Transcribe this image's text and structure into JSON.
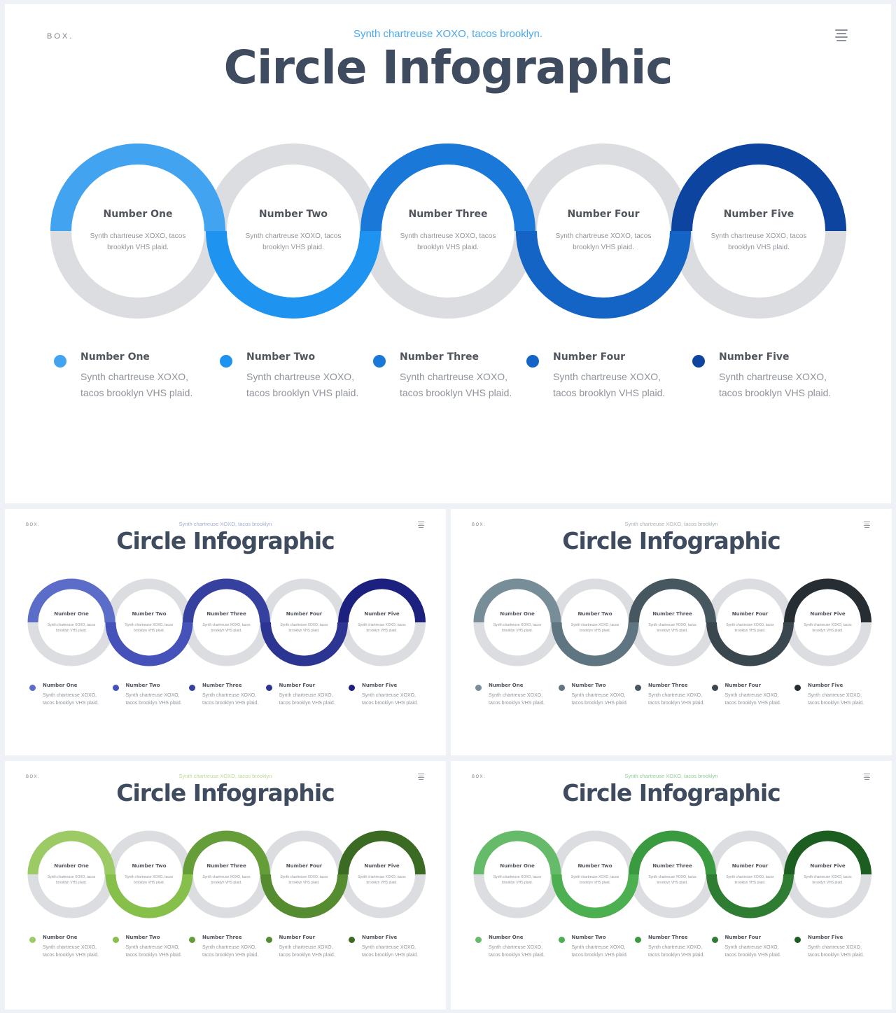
{
  "slides": [
    {
      "brand": "BOX.",
      "subtitle": "Synth chartreuse XOXO, tacos brooklyn.",
      "subtitle_color": "#4aa8ee",
      "title": "Circle Infographic",
      "palette": [
        "#42a4f0",
        "#1e94f0",
        "#1978d8",
        "#1464c6",
        "#0d44a0"
      ],
      "items": [
        {
          "label": "Number One",
          "desc_short": "Synth chartreuse XOXO, tacos brooklyn VHS plaid.",
          "desc": "Synth chartreuse XOXO, tacos brooklyn VHS plaid."
        },
        {
          "label": "Number Two",
          "desc_short": "Synth chartreuse XOXO, tacos brooklyn VHS plaid.",
          "desc": "Synth chartreuse XOXO, tacos brooklyn VHS plaid."
        },
        {
          "label": "Number Three",
          "desc_short": "Synth chartreuse XOXO, tacos brooklyn VHS plaid.",
          "desc": "Synth chartreuse XOXO, tacos brooklyn VHS plaid."
        },
        {
          "label": "Number Four",
          "desc_short": "Synth chartreuse XOXO, tacos brooklyn VHS plaid.",
          "desc": "Synth chartreuse XOXO, tacos brooklyn VHS plaid."
        },
        {
          "label": "Number Five",
          "desc_short": "Synth chartreuse XOXO, tacos brooklyn VHS plaid.",
          "desc": "Synth chartreuse XOXO, tacos brooklyn VHS plaid."
        }
      ]
    },
    {
      "brand": "BOX.",
      "subtitle": "Synth chartreuse XOXO, tacos brooklyn",
      "subtitle_color": "#a6abd6",
      "title": "Circle Infographic",
      "palette": [
        "#5b6cc9",
        "#4452ba",
        "#36419f",
        "#2c3592",
        "#1c2180"
      ],
      "items": [
        {
          "label": "Number One",
          "desc_short": "Synth chartreuse XOXO, tacos brooklyn VHS plaid.",
          "desc": "Synth chartreuse XOXO, tacos brooklyn VHS plaid."
        },
        {
          "label": "Number Two",
          "desc_short": "Synth chartreuse XOXO, tacos brooklyn VHS plaid.",
          "desc": "Synth chartreuse XOXO, tacos brooklyn VHS plaid."
        },
        {
          "label": "Number Three",
          "desc_short": "Synth chartreuse XOXO, tacos brooklyn VHS plaid.",
          "desc": "Synth chartreuse XOXO, tacos brooklyn VHS plaid."
        },
        {
          "label": "Number Four",
          "desc_short": "Synth chartreuse XOXO, tacos brooklyn VHS plaid.",
          "desc": "Synth chartreuse XOXO, tacos brooklyn VHS plaid."
        },
        {
          "label": "Number Five",
          "desc_short": "Synth chartreuse XOXO, tacos brooklyn VHS plaid.",
          "desc": "Synth chartreuse XOXO, tacos brooklyn VHS plaid."
        }
      ]
    },
    {
      "brand": "BOX.",
      "subtitle": "Synth chartreuse XOXO, tacos brooklyn",
      "subtitle_color": "#a7b0b7",
      "title": "Circle Infographic",
      "palette": [
        "#778d98",
        "#5f7682",
        "#47575f",
        "#3a474e",
        "#262d33"
      ],
      "items": [
        {
          "label": "Number One",
          "desc_short": "Synth chartreuse XOXO, tacos brooklyn VHS plaid.",
          "desc": "Synth chartreuse XOXO, tacos brooklyn VHS plaid."
        },
        {
          "label": "Number Two",
          "desc_short": "Synth chartreuse XOXO, tacos brooklyn VHS plaid.",
          "desc": "Synth chartreuse XOXO, tacos brooklyn VHS plaid."
        },
        {
          "label": "Number Three",
          "desc_short": "Synth chartreuse XOXO, tacos brooklyn VHS plaid.",
          "desc": "Synth chartreuse XOXO, tacos brooklyn VHS plaid."
        },
        {
          "label": "Number Four",
          "desc_short": "Synth chartreuse XOXO, tacos brooklyn VHS plaid.",
          "desc": "Synth chartreuse XOXO, tacos brooklyn VHS plaid."
        },
        {
          "label": "Number Five",
          "desc_short": "Synth chartreuse XOXO, tacos brooklyn VHS plaid.",
          "desc": "Synth chartreuse XOXO, tacos brooklyn VHS plaid."
        }
      ]
    },
    {
      "brand": "BOX.",
      "subtitle": "Synth chartreuse XOXO, tacos brooklyn",
      "subtitle_color": "#b9d98f",
      "title": "Circle Infographic",
      "palette": [
        "#9ccb66",
        "#86c04a",
        "#659d38",
        "#568c30",
        "#3b6a22"
      ],
      "items": [
        {
          "label": "Number One",
          "desc_short": "Synth chartreuse XOXO, tacos brooklyn VHS plaid.",
          "desc": "Synth chartreuse XOXO, tacos brooklyn VHS plaid."
        },
        {
          "label": "Number Two",
          "desc_short": "Synth chartreuse XOXO, tacos brooklyn VHS plaid.",
          "desc": "Synth chartreuse XOXO, tacos brooklyn VHS plaid."
        },
        {
          "label": "Number Three",
          "desc_short": "Synth chartreuse XOXO, tacos brooklyn VHS plaid.",
          "desc": "Synth chartreuse XOXO, tacos brooklyn VHS plaid."
        },
        {
          "label": "Number Four",
          "desc_short": "Synth chartreuse XOXO, tacos brooklyn VHS plaid.",
          "desc": "Synth chartreuse XOXO, tacos brooklyn VHS plaid."
        },
        {
          "label": "Number Five",
          "desc_short": "Synth chartreuse XOXO, tacos brooklyn VHS plaid.",
          "desc": "Synth chartreuse XOXO, tacos brooklyn VHS plaid."
        }
      ]
    },
    {
      "brand": "BOX.",
      "subtitle": "Synth chartreuse XOXO, tacos brooklyn",
      "subtitle_color": "#8fcc91",
      "title": "Circle Infographic",
      "palette": [
        "#66bb6a",
        "#4caf50",
        "#3a9a40",
        "#2e7d32",
        "#1b5e20"
      ],
      "items": [
        {
          "label": "Number One",
          "desc_short": "Synth chartreuse XOXO, tacos brooklyn VHS plaid.",
          "desc": "Synth chartreuse XOXO, tacos brooklyn VHS plaid."
        },
        {
          "label": "Number Two",
          "desc_short": "Synth chartreuse XOXO, tacos brooklyn VHS plaid.",
          "desc": "Synth chartreuse XOXO, tacos brooklyn VHS plaid."
        },
        {
          "label": "Number Three",
          "desc_short": "Synth chartreuse XOXO, tacos brooklyn VHS plaid.",
          "desc": "Synth chartreuse XOXO, tacos brooklyn VHS plaid."
        },
        {
          "label": "Number Four",
          "desc_short": "Synth chartreuse XOXO, tacos brooklyn VHS plaid.",
          "desc": "Synth chartreuse XOXO, tacos brooklyn VHS plaid."
        },
        {
          "label": "Number Five",
          "desc_short": "Synth chartreuse XOXO, tacos brooklyn VHS plaid.",
          "desc": "Synth chartreuse XOXO, tacos brooklyn VHS plaid."
        }
      ]
    }
  ],
  "ring_track_color": "#dcdde0"
}
